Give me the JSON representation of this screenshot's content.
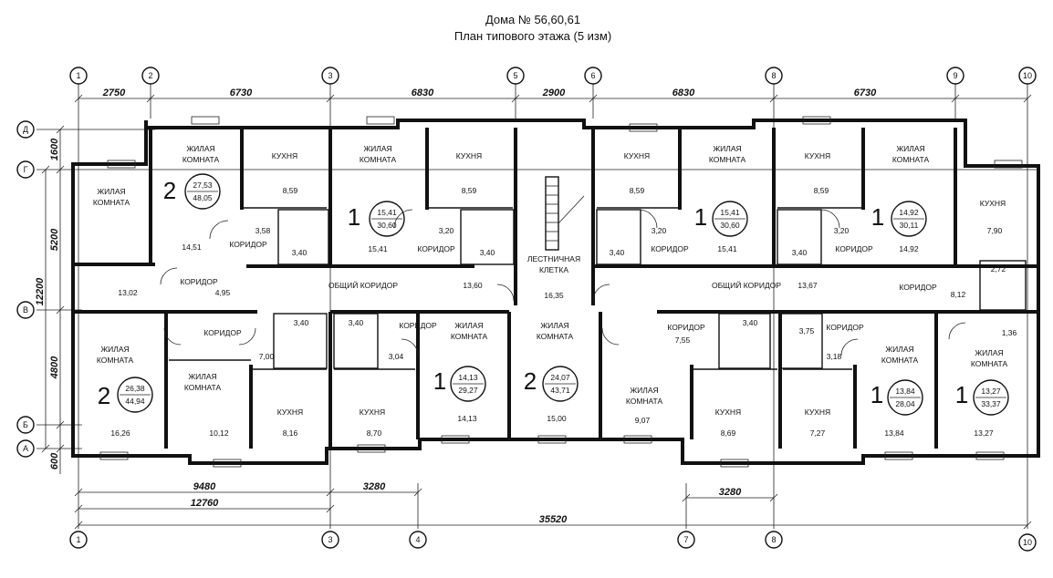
{
  "title": {
    "line1": "Дома № 56,60,61",
    "line2": "План типового этажа (5 изм)"
  },
  "axes": {
    "top": [
      "1",
      "2",
      "3",
      "5",
      "6",
      "8",
      "9",
      "10"
    ],
    "bottom": [
      "1",
      "3",
      "4",
      "7",
      "8",
      "10"
    ],
    "left": [
      "Д",
      "Г",
      "В",
      "Б",
      "А"
    ]
  },
  "dims": {
    "top": [
      "2750",
      "6730",
      "6830",
      "2900",
      "6830",
      "6730"
    ],
    "left": [
      "1600",
      "5200",
      "12200",
      "4800",
      "600"
    ],
    "bottom": [
      "9480",
      "3280",
      "12760",
      "35520",
      "3280"
    ]
  },
  "labels": {
    "living_1": "ЖИЛАЯ",
    "living_2": "КОМНАТА",
    "kitchen": "КУХНЯ",
    "corridor": "КОРИДОР",
    "common_corridor": "ОБЩИЙ КОРИДОР",
    "stair_1": "ЛЕСТНИЧНАЯ",
    "stair_2": "КЛЕТКА"
  },
  "apartments": [
    {
      "rooms": "2",
      "living": "27,53",
      "total": "48,05"
    },
    {
      "rooms": "1",
      "living": "15,41",
      "total": "30,60"
    },
    {
      "rooms": "1",
      "living": "15,41",
      "total": "30,60"
    },
    {
      "rooms": "1",
      "living": "14,92",
      "total": "30,11"
    },
    {
      "rooms": "2",
      "living": "26,38",
      "total": "44,94"
    },
    {
      "rooms": "1",
      "living": "14,13",
      "total": "29,27"
    },
    {
      "rooms": "2",
      "living": "24,07",
      "total": "43,71"
    },
    {
      "rooms": "1",
      "living": "13,84",
      "total": "28,04"
    },
    {
      "rooms": "1",
      "living": "13,27",
      "total": "33,37"
    }
  ],
  "areas": {
    "a1": "13,02",
    "a2": "14,51",
    "a3": "8,59",
    "a4": "3,58",
    "a5": "3,40",
    "a6": "4,95",
    "a7": "15,41",
    "a8": "8,59",
    "a9": "3,20",
    "a10": "3,40",
    "a11": "13,60",
    "a12": "16,35",
    "a13": "8,59",
    "a14": "3,20",
    "a15": "3,40",
    "a16": "15,41",
    "a17": "13,67",
    "a18": "8,59",
    "a19": "3,20",
    "a20": "3,40",
    "a21": "14,92",
    "a22": "7,90",
    "a23": "2,72",
    "a24": "8,12",
    "b1": "3,40",
    "b2": "7,00",
    "b3": "16,26",
    "b4": "10,12",
    "b5": "8,16",
    "b6": "3,40",
    "b7": "3,04",
    "b8": "8,70",
    "b9": "14,13",
    "b10": "15,00",
    "b11": "3,40",
    "b12": "7,55",
    "b13": "9,07",
    "b14": "8,69",
    "b15": "3,75",
    "b16": "3,18",
    "b17": "7,27",
    "b18": "13,84",
    "b19": "13,27",
    "b20": "1,36"
  }
}
